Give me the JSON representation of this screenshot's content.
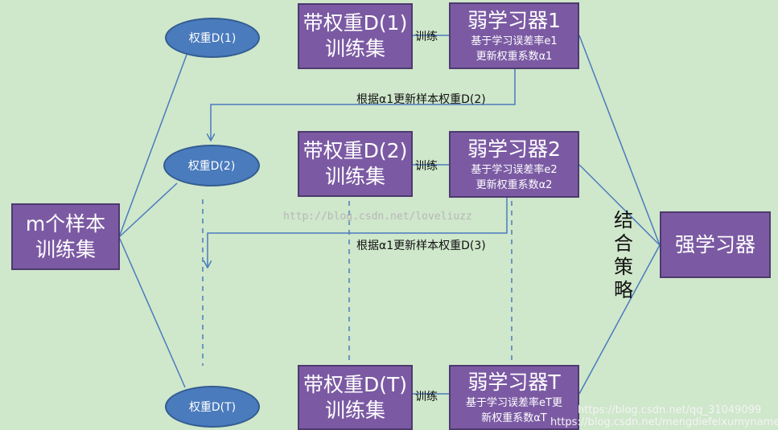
{
  "colors": {
    "background": "#cfe7cb",
    "box_fill": "#7b5aa3",
    "box_border": "#4d3a6e",
    "ellipse_fill": "#4a7bbd",
    "line": "#4a7bbd"
  },
  "source": {
    "line1": "m个样本",
    "line2": "训练集"
  },
  "rounds": [
    {
      "weight_label": "权重D(1)",
      "dataset_line1": "带权重D(1)",
      "dataset_line2": "训练集",
      "train_label": "训练",
      "learner_title": "弱学习器1",
      "learner_line1": "基于学习误差率e1",
      "learner_line2": "更新权重系数α1",
      "update_label": "根据α1更新样本权重D(2)"
    },
    {
      "weight_label": "权重D(2)",
      "dataset_line1": "带权重D(2)",
      "dataset_line2": "训练集",
      "train_label": "训练",
      "learner_title": "弱学习器2",
      "learner_line1": "基于学习误差率e2",
      "learner_line2": "更新权重系数α2",
      "update_label": "根据α1更新样本权重D(3)"
    },
    {
      "weight_label": "权重D(T)",
      "dataset_line1": "带权重D(T)",
      "dataset_line2": "训练集",
      "train_label": "训练",
      "learner_title": "弱学习器T",
      "learner_line1": "基于学习误差率eT更",
      "learner_line2": "新权重系数αT"
    }
  ],
  "combine_label": [
    "结",
    "合",
    "策",
    "略"
  ],
  "strong_learner": "强学习器",
  "watermarks": {
    "center": "http://blog.csdn.net/loveliuzz",
    "corner1": "https://blog.csdn.net/qq_31049099",
    "corner2": "https://blog.csdn.net/mengdiefeixumyname"
  }
}
